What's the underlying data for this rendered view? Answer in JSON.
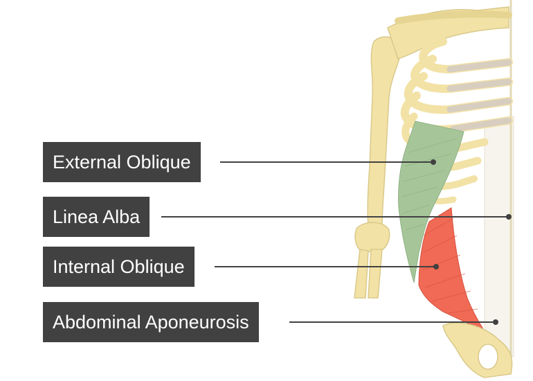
{
  "labels": {
    "external_oblique": "External Oblique",
    "linea_alba": "Linea Alba",
    "internal_oblique": "Internal Oblique",
    "abdominal_aponeurosis": "Abdominal Aponeurosis"
  },
  "colors": {
    "bone": "#f2e2a6",
    "bone_shadow": "#d9c98a",
    "cartilage": "#d8cec0",
    "external_oblique": "#a6c69a",
    "internal_oblique": "#f06a55",
    "aponeurosis": "#f7f4ee",
    "label_bg": "#414141",
    "label_text": "#ffffff",
    "leader_line": "#414141"
  }
}
